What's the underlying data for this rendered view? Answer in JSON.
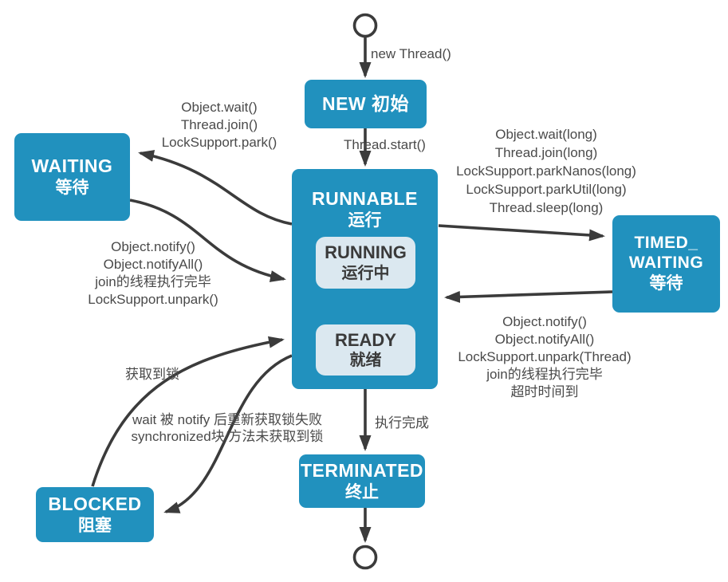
{
  "diagram": {
    "subject": "java-thread-state-transitions",
    "colors": {
      "node_fill": "#2191be",
      "node_text": "#ffffff",
      "inner_node_fill": "#dbe8f0",
      "inner_node_text": "#3a3a3a",
      "connector": "#3b3b3b",
      "label_text": "#4a4a4a",
      "yellow_arrow": "#f6f3a0"
    },
    "nodes": {
      "start_circle": {
        "shape": "initial-state-circle"
      },
      "end_circle": {
        "shape": "final-state-circle"
      },
      "new": {
        "lines": [
          "NEW 初始"
        ]
      },
      "runnable": {
        "lines": [
          "RUNNABLE",
          "运行"
        ]
      },
      "running": {
        "lines": [
          "RUNNING",
          "运行中"
        ]
      },
      "ready": {
        "lines": [
          "READY",
          "就绪"
        ]
      },
      "waiting": {
        "lines": [
          "WAITING",
          "等待"
        ]
      },
      "timed_waiting": {
        "lines": [
          "TIMED_",
          "WAITING",
          "等待"
        ]
      },
      "blocked": {
        "lines": [
          "BLOCKED",
          "阻塞"
        ]
      },
      "terminated": {
        "lines": [
          "TERMINATED",
          "终止"
        ]
      }
    },
    "edges": {
      "start_to_new": {
        "label": "new Thread()"
      },
      "new_to_runnable": {
        "label": "Thread.start()"
      },
      "runnable_to_waiting": {
        "labels": [
          "Object.wait()",
          "Thread.join()",
          "LockSupport.park()"
        ]
      },
      "waiting_to_runnable": {
        "labels": [
          "Object.notify()",
          "Object.notifyAll()",
          "join的线程执行完毕",
          "LockSupport.unpark()"
        ]
      },
      "runnable_to_timed_waiting": {
        "labels": [
          "Object.wait(long)",
          "Thread.join(long)",
          "LockSupport.parkNanos(long)",
          "LockSupport.parkUtil(long)",
          "Thread.sleep(long)"
        ]
      },
      "timed_waiting_to_runnable": {
        "labels": [
          "Object.notify()",
          "Object.notifyAll()",
          "LockSupport.unpark(Thread)",
          "join的线程执行完毕",
          "超时时间到"
        ]
      },
      "blocked_to_runnable": {
        "label": "获取到锁"
      },
      "runnable_to_blocked": {
        "labels": [
          "wait 被 notify 后重新获取锁失败",
          "synchronized块/方法未获取到锁"
        ]
      },
      "runnable_to_terminated": {
        "label": "执行完成"
      },
      "terminated_to_end": {
        "label": ""
      },
      "running_to_ready": {
        "label": ""
      },
      "ready_to_running": {
        "label": ""
      }
    }
  }
}
